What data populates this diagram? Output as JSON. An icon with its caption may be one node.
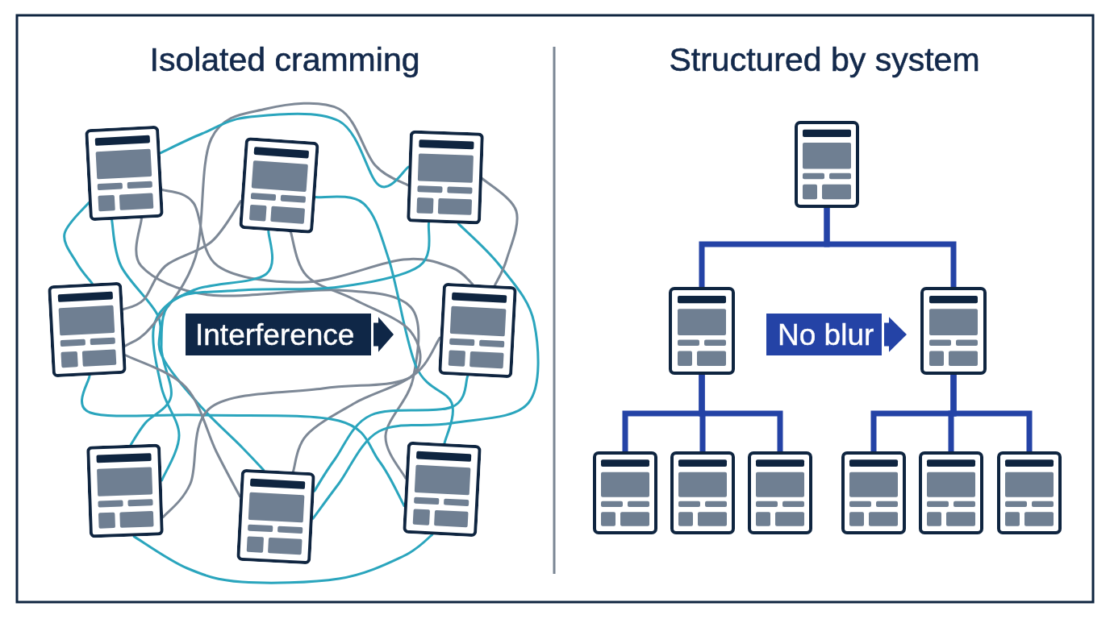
{
  "diagram": {
    "nodes": [
      {
        "text": [],
        "shape": "document"
      },
      {
        "text": [],
        "shape": "document"
      },
      {
        "text": [],
        "shape": "document"
      },
      {
        "text": [],
        "shape": "document"
      },
      {
        "text": [
          "Interference"
        ]
      },
      {
        "text": [],
        "shape": "document"
      },
      {
        "text": [],
        "shape": "document"
      },
      {
        "text": [],
        "shape": "document"
      },
      {
        "text": [],
        "shape": "document"
      },
      {
        "text": [],
        "shape": "document"
      },
      {
        "text": [],
        "shape": "document"
      },
      {
        "text": [
          "No blur"
        ]
      },
      {
        "text": [],
        "shape": "document"
      },
      {
        "text": [],
        "shape": "document"
      },
      {
        "text": [],
        "shape": "document"
      },
      {
        "text": [],
        "shape": "document"
      },
      {
        "text": [],
        "shape": "document"
      },
      {
        "text": [],
        "shape": "document"
      },
      {
        "text": [],
        "shape": "document"
      }
    ],
    "edges": [
      {
        "from": 0,
        "to": 7,
        "arrow": "none",
        "color": "#2aa5bd"
      },
      {
        "from": 0,
        "to": 5,
        "arrow": "none",
        "color": "#7d8896"
      },
      {
        "from": 0,
        "to": 8,
        "arrow": "none",
        "color": "#7d8896"
      },
      {
        "from": 0,
        "to": 3,
        "arrow": "none",
        "color": "#2aa5bd"
      },
      {
        "from": 1,
        "to": 6,
        "arrow": "none",
        "color": "#2aa5bd"
      },
      {
        "from": 1,
        "to": 8,
        "arrow": "none",
        "color": "#2aa5bd"
      },
      {
        "from": 1,
        "to": 3,
        "arrow": "none",
        "color": "#7d8896"
      },
      {
        "from": 1,
        "to": 7,
        "arrow": "none",
        "color": "#7d8896"
      },
      {
        "from": 2,
        "to": 3,
        "arrow": "none",
        "color": "#7d8896"
      },
      {
        "from": 2,
        "to": 6,
        "arrow": "none",
        "color": "#2aa5bd"
      },
      {
        "from": 2,
        "to": 7,
        "arrow": "none",
        "color": "#2aa5bd"
      },
      {
        "from": 2,
        "to": 5,
        "arrow": "none",
        "color": "#7d8896"
      },
      {
        "from": 3,
        "to": 8,
        "arrow": "none",
        "color": "#2aa5bd"
      },
      {
        "from": 3,
        "to": 7,
        "arrow": "none",
        "color": "#7d8896"
      },
      {
        "from": 5,
        "to": 6,
        "arrow": "none",
        "color": "#7d8896"
      },
      {
        "from": 5,
        "to": 7,
        "arrow": "none",
        "color": "#2aa5bd"
      },
      {
        "from": 6,
        "to": 8,
        "arrow": "none",
        "color": "#2aa5bd"
      },
      {
        "from": 0,
        "to": 2,
        "arrow": "none",
        "color": "#2aa5bd"
      },
      {
        "from": 9,
        "to": 10,
        "arrow": "none",
        "style": "thick",
        "color": "#2443a6"
      },
      {
        "from": 9,
        "to": 12,
        "arrow": "none",
        "style": "thick",
        "color": "#2443a6"
      },
      {
        "from": 10,
        "to": 13,
        "arrow": "none",
        "style": "thick",
        "color": "#2443a6"
      },
      {
        "from": 10,
        "to": 14,
        "arrow": "none",
        "style": "thick",
        "color": "#2443a6"
      },
      {
        "from": 10,
        "to": 15,
        "arrow": "none",
        "style": "thick",
        "color": "#2443a6"
      },
      {
        "from": 12,
        "to": 16,
        "arrow": "none",
        "style": "thick",
        "color": "#2443a6"
      },
      {
        "from": 12,
        "to": 17,
        "arrow": "none",
        "style": "thick",
        "color": "#2443a6"
      },
      {
        "from": 12,
        "to": 18,
        "arrow": "none",
        "style": "thick",
        "color": "#2443a6"
      }
    ],
    "labels": [
      "Isolated cramming",
      "Structured by system"
    ]
  }
}
